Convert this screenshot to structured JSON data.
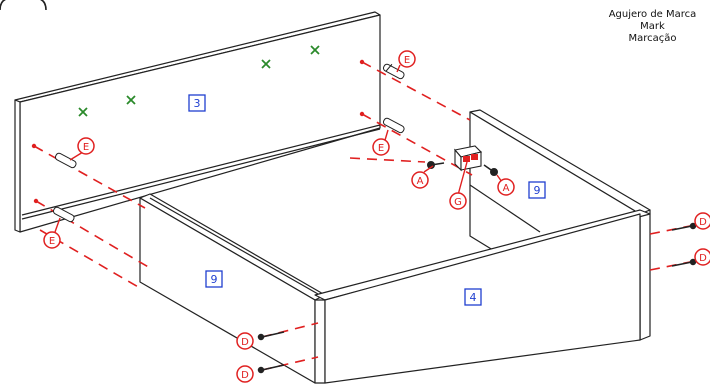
{
  "legend": {
    "line1": "Agujero de Marca",
    "line2": "Mark",
    "line3": "Marcação"
  },
  "part_numbers": {
    "headboard": "3",
    "side_panel_right": "9",
    "side_panel_left": "9",
    "front_panel": "4"
  },
  "hardware_labels": {
    "dowel": "E",
    "screw_small": "A",
    "bracket": "G",
    "screw_long": "D"
  },
  "colors": {
    "accent": "#e02020",
    "part_box": "#1f3fd0",
    "mark": "#2a8a2a",
    "outline": "#222222"
  }
}
